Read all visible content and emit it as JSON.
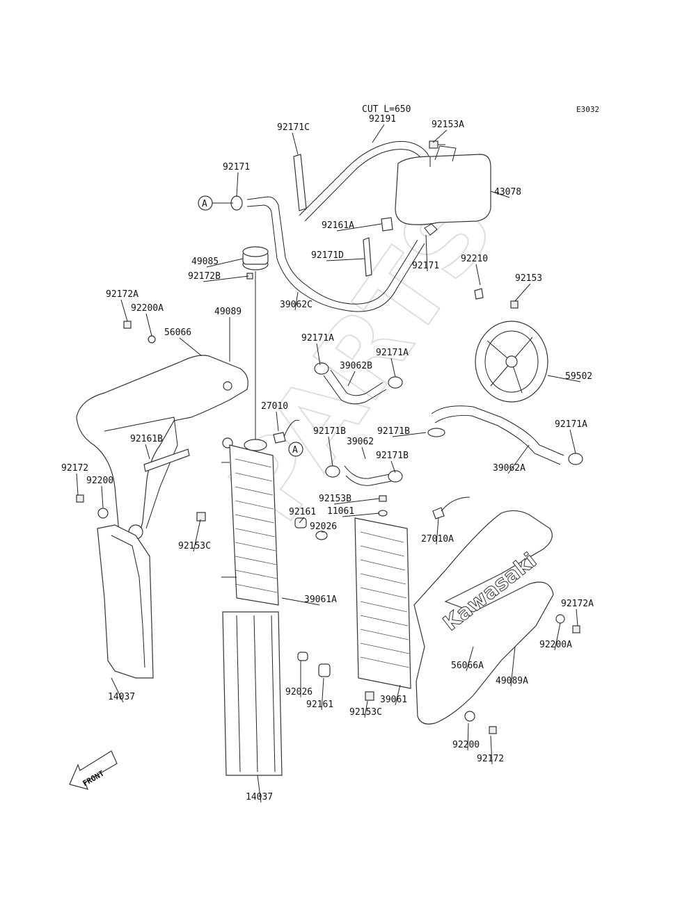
{
  "diagram": {
    "code": "E3032",
    "cut_note": "CUT L=650",
    "front_label": "FRONT",
    "brand_text": "Kawasaki",
    "ref_marker": "A",
    "watermark": "PARTS",
    "callouts": [
      "92191",
      "92171C",
      "92153A",
      "43078",
      "92171",
      "92161A",
      "92171D",
      "92171",
      "49085",
      "92172B",
      "39062C",
      "92210",
      "92153",
      "92172A",
      "92200A",
      "49089",
      "56066",
      "59502",
      "92171A",
      "39062B",
      "92171A",
      "27010",
      "92171B",
      "39062",
      "92171B",
      "92171A",
      "92161B",
      "39062A",
      "92171B",
      "92172",
      "92200",
      "92153B",
      "11061",
      "92161",
      "92026",
      "92153C",
      "27010A",
      "39061A",
      "92172A",
      "92200A",
      "56066A",
      "49089A",
      "14037",
      "92026",
      "92161",
      "39061",
      "92153C",
      "92200",
      "92172",
      "14037"
    ]
  }
}
